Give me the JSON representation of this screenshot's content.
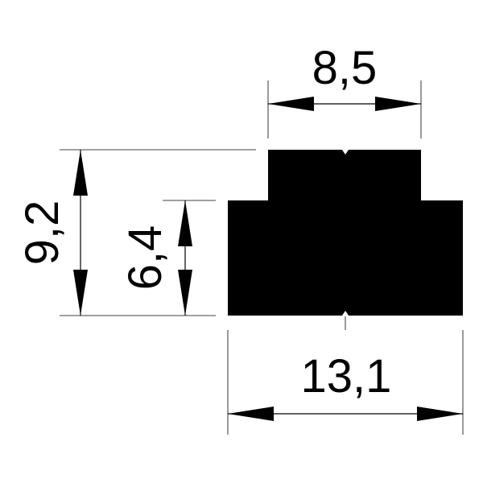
{
  "drawing": {
    "profile_color": "#000000",
    "background_color": "#ffffff",
    "dimensions": {
      "top_width": "8,5",
      "bottom_width": "13,1",
      "total_height": "9,2",
      "base_height": "6,4"
    }
  }
}
